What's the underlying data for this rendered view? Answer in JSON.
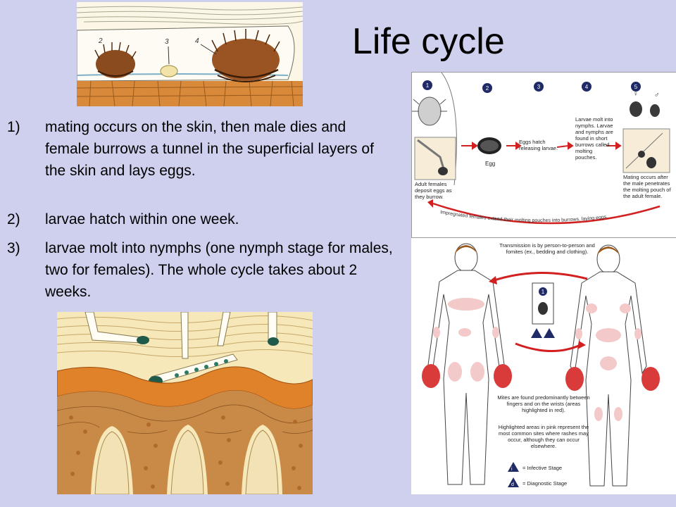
{
  "slide": {
    "title": "Life cycle",
    "points": [
      {
        "num": "1)",
        "text": "mating occurs on the skin, then male dies and female burrows a tunnel in the superficial layers of the skin and lays eggs."
      },
      {
        "num": "2)",
        "text": "larvae hatch within one week."
      },
      {
        "num": "3)",
        "text": "larvae molt into nymphs (one nymph stage for males, two for females). The whole cycle takes about 2 weeks."
      }
    ]
  },
  "top_illustration": {
    "labels": [
      "2",
      "3",
      "4"
    ]
  },
  "cdc_diagram": {
    "stage_numbers": [
      "1",
      "2",
      "3",
      "4",
      "5"
    ],
    "sex_symbols": [
      "♀",
      "♂"
    ],
    "egg_label": "Egg",
    "text_adult_females": "Adult females deposit eggs as they burrow.",
    "text_eggs_hatch": "Eggs hatch releasing larvae.",
    "text_larvae": "Larvae molt into nymphs. Larvae and nymphs are found in short burrows called molting pouches.",
    "text_mating": "Mating occurs after the male penetrates the molting pouch of the adult female.",
    "arc_text": "Impregnated females extend their molting pouches into burrows, laying eggs."
  },
  "body_diagram": {
    "transmission": "Transmission is by person-to-person and fomites (ex., bedding and clothing).",
    "center_number": "1",
    "mites_text": "Mites are found predominantly between fingers and on the wrists (areas highlighted in red).",
    "pink_text": "Highlighted areas in pink represent the most common sites where rashes may occur, although they can occur elsewhere.",
    "legend": [
      {
        "letter": "i",
        "label": "= Infective Stage"
      },
      {
        "letter": "d",
        "label": "= Diagnostic Stage"
      }
    ]
  },
  "colors": {
    "background": "#cfd0ee",
    "skin_orange": "#d9893a",
    "cdc_red": "#d22020"
  }
}
